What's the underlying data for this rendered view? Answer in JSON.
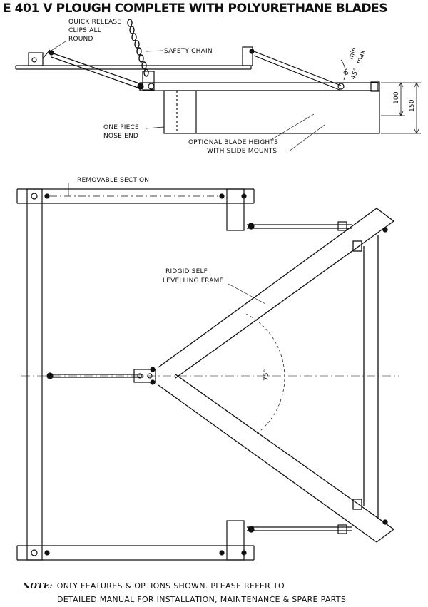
{
  "title": "E 401 V PLOUGH COMPLETE WITH POLYURETHANE BLADES",
  "side_view": {
    "quick_release": [
      "QUICK RELEASE",
      "CLIPS ALL",
      "ROUND"
    ],
    "safety_chain": "SAFETY CHAIN",
    "one_piece": [
      "ONE PIECE",
      "NOSE END"
    ],
    "optional_blade": [
      "OPTIONAL BLADE HEIGHTS",
      "WITH SLIDE MOUNTS"
    ],
    "angle_0": "0°",
    "angle_45": "45°",
    "min": "min",
    "max": "max",
    "dim_100": "100",
    "dim_150": "150"
  },
  "plan_view": {
    "removable_section": "REMOVABLE SECTION",
    "rigid_frame": [
      "RIDGID SELF",
      "LEVELLING FRAME"
    ],
    "angle_75": "75°"
  },
  "note": {
    "label": "NOTE:",
    "line1": "ONLY FEATURES & OPTIONS SHOWN.  PLEASE REFER TO",
    "line2": "DETAILED MANUAL FOR INSTALLATION, MAINTENANCE & SPARE PARTS"
  }
}
